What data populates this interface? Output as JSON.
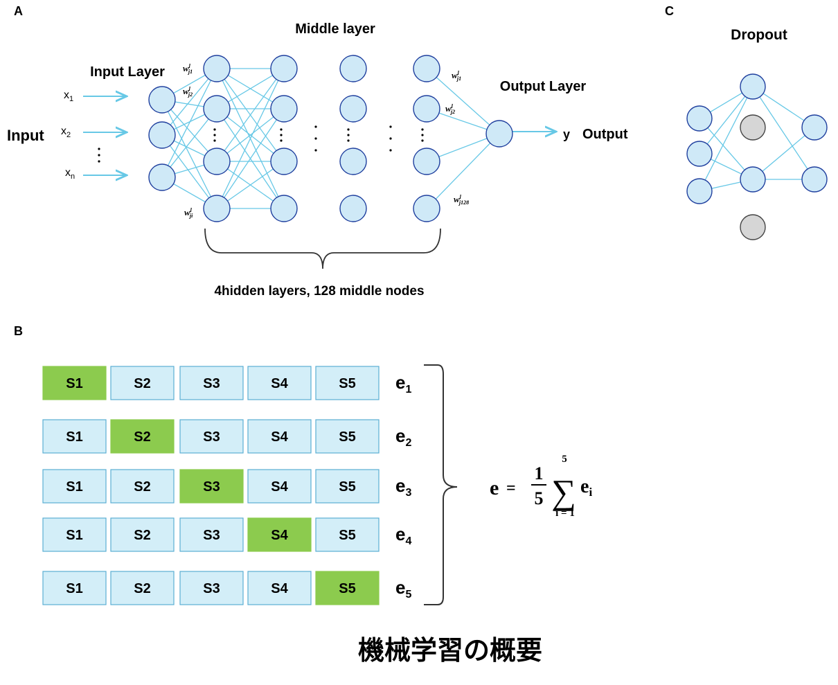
{
  "panels": {
    "a": {
      "letter": "A",
      "middle_layer_label": "Middle layer",
      "input_layer_label": "Input Layer",
      "output_layer_label": "Output Layer",
      "input_label": "Input",
      "output_label": "Output",
      "inputs": [
        "x",
        "x",
        "x"
      ],
      "input_subscripts": [
        "1",
        "2",
        "n"
      ],
      "output_var": "y",
      "weights_in": [
        {
          "base": "w",
          "sup": "l",
          "sub": "j1"
        },
        {
          "base": "w",
          "sup": "l",
          "sub": "j2"
        },
        {
          "base": "w",
          "sup": "l",
          "sub": "ji"
        }
      ],
      "weights_out": [
        {
          "base": "w",
          "sup": "l",
          "sub": "j1"
        },
        {
          "base": "w",
          "sup": "l",
          "sub": "j2"
        },
        {
          "base": "w",
          "sup": "l",
          "sub": "j128"
        }
      ],
      "brace_label": "4hidden layers, 128 middle nodes"
    },
    "b": {
      "letter": "B",
      "folds": [
        {
          "cells": [
            "S1",
            "S2",
            "S3",
            "S4",
            "S5"
          ],
          "test_index": 0,
          "error": {
            "base": "e",
            "sub": "1"
          }
        },
        {
          "cells": [
            "S1",
            "S2",
            "S3",
            "S4",
            "S5"
          ],
          "test_index": 1,
          "error": {
            "base": "e",
            "sub": "2"
          }
        },
        {
          "cells": [
            "S1",
            "S2",
            "S3",
            "S4",
            "S5"
          ],
          "test_index": 2,
          "error": {
            "base": "e",
            "sub": "3"
          }
        },
        {
          "cells": [
            "S1",
            "S2",
            "S3",
            "S4",
            "S5"
          ],
          "test_index": 3,
          "error": {
            "base": "e",
            "sub": "4"
          }
        },
        {
          "cells": [
            "S1",
            "S2",
            "S3",
            "S4",
            "S5"
          ],
          "test_index": 4,
          "error": {
            "base": "e",
            "sub": "5"
          }
        }
      ],
      "formula": {
        "lhs": "e",
        "eq": "=",
        "num": "1",
        "den": "5",
        "sum": "∑",
        "upper": "5",
        "lower": "i = 1",
        "term": "e",
        "term_sub": "i"
      }
    },
    "c": {
      "letter": "C",
      "title": "Dropout"
    }
  },
  "caption": "機械学習の概要",
  "colors": {
    "node_fill": "#cfe9f7",
    "node_stroke": "#1f3f9e",
    "edge": "#67c8e6",
    "test_fill": "#8ccb4e",
    "train_fill": "#d3eef8",
    "dropped_fill": "#d6d6d6",
    "dropped_stroke": "#444444"
  }
}
